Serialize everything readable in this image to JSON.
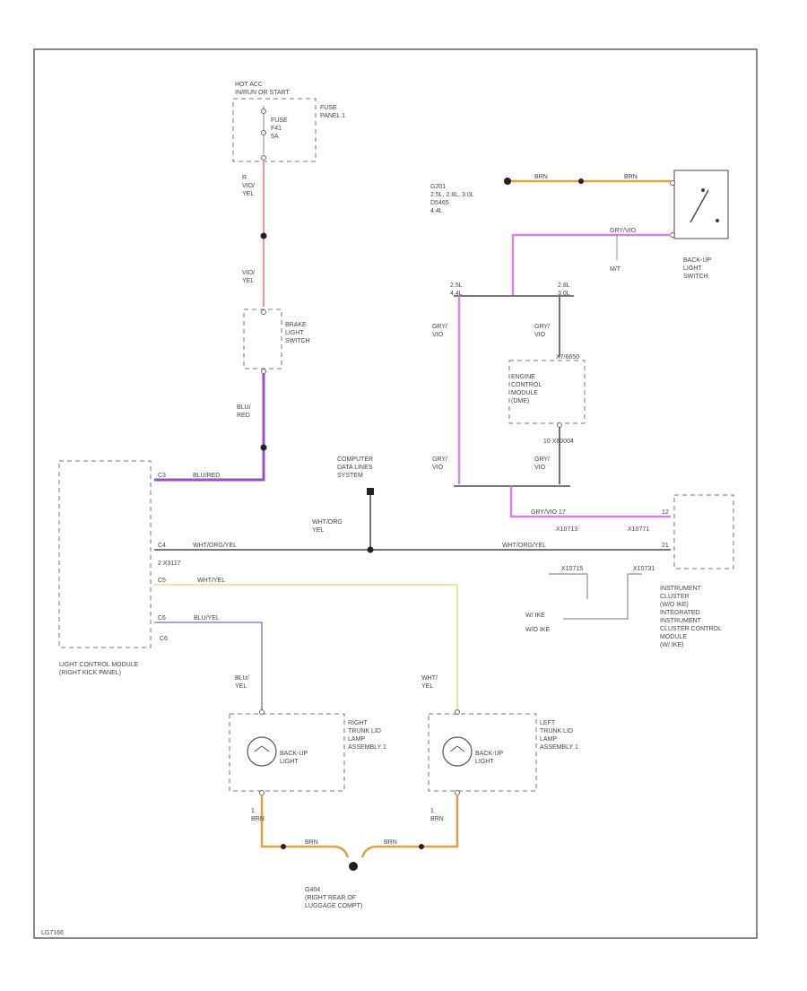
{
  "labels": {
    "fuse_source": "HOT ACC\nIN/RUN OR START",
    "fuse_panel": "FUSE\nPANEL 1",
    "fuse_rating": "FUSE\nF41\n5A",
    "w_red1": "R\nVIO/\nYEL",
    "w_red2": "VIO/\nYEL",
    "brake_switch": "BRAKE\nLIGHT\nSWITCH",
    "w_blured": "BLU/\nRED",
    "w_blured_h": "BLU/RED",
    "computer_lines": "COMPUTER\nDATA LINES\nSYSTEM",
    "w_wht_yel": "WHT/YEL",
    "w_wht_yel2": "WHT/YEL",
    "w_blu_yel": "BLU/YEL",
    "w_datalink": "WHT/ORG\nYEL",
    "w_datalink_h": "WHT/ORG/YEL",
    "w_datalink_h2": "WHT/ORG/YEL",
    "lcm_pin_cd1": "C3",
    "lcm_pin_cd2": "C4",
    "lcm_pin_cd3": "C5",
    "lcm_pin_cd4": "C6",
    "lcm_conn1": "2 X3117",
    "lcm_conn2": "C6",
    "lcm_name": "LIGHT CONTROL MODULE\n(RIGHT KICK PANEL)",
    "ground_top": "G201\n2.5L, 2.8L, 3.0L\nD5465\n4.4L",
    "w_brn1": "BRN",
    "w_brn2": "BRN",
    "w_pink": "GRY/VIO",
    "backup_switch": "BACK-UP\nLIGHT\nSWITCH",
    "mt": "M/T",
    "eng_left": "2.5L\n4.4L",
    "eng_right": "2.8L\n3.0L",
    "w_gry_vio1": "GRY/\nVIO",
    "w_gry_vio2": "GRY/\nVIO",
    "w_gry_vio3": "GRY/\nVIO",
    "w_gry_vio4": "GRY/\nVIO",
    "ecm_conn_top": "X7/6650",
    "ecm": "ENGINE\nCONTROL\nMODULE\n(DME)",
    "ecm_conn_bot": "10   X60004",
    "w_gry_vio_h": "GRY/VIO   17",
    "ic_conn1": "X10713",
    "ic_conn2": "X10771",
    "ic_pin1": "12",
    "ic_pin2": "21",
    "ic_conn3": "X10715",
    "ic_conn4": "X10731",
    "wnote1": "W/ IKE",
    "wnote2": "W/O IKE",
    "instrument_cluster": "INSTRUMENT\nCLUSTER\n(W/O IKE)\nINTEGRATED\nINSTRUMENT\nCLUSTER CONTROL\nMODULE\n(W/ IKE)",
    "w_blu_yel_v": "BLU/\nYEL",
    "w_wht_yel_v": "WHT/\nYEL",
    "right_lamp": "RIGHT\nTRUNK LID\nLAMP\nASSEMBLY 1",
    "left_lamp": "LEFT\nTRUNK LID\nLAMP\nASSEMBLY 1",
    "backup_light_r": "BACK-UP\nLIGHT",
    "backup_light_l": "BACK-UP\nLIGHT",
    "w_brn_r": "1\nBRN",
    "w_brn_l": "1\nBRN",
    "w_brn_bot1": "BRN",
    "w_brn_bot2": "BRN",
    "ground_bottom": "G404\n(RIGHT REAR OF\nLUGGAGE COMPT)",
    "diagram_id": "LG7166"
  },
  "wire_colors": {
    "gray": "#666666",
    "red": "#f08a8a",
    "purple": "#9a4fd0",
    "pink": "#d782e6",
    "yellow": "#e8e590",
    "lavender": "#8e85c0",
    "brown": "#d8a64a"
  },
  "icons": {
    "splice": "splice-dot-icon",
    "ground": "ground-icon",
    "lamp": "bulb-icon",
    "switch": "switch-icon"
  }
}
